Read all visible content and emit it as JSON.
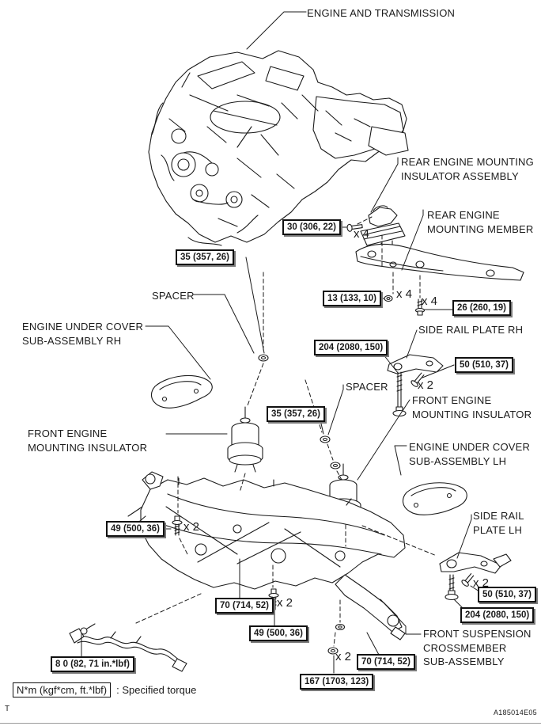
{
  "colors": {
    "ink": "#1b1b1b",
    "paper": "#ffffff"
  },
  "labels": [
    {
      "id": "engine-and-transmission",
      "text": "ENGINE AND TRANSMISSION"
    },
    {
      "id": "rear-engine-mounting-insulator-assembly",
      "text": "REAR ENGINE MOUNTING\nINSULATOR ASSEMBLY"
    },
    {
      "id": "rear-engine-mounting-member",
      "text": "REAR ENGINE\nMOUNTING MEMBER"
    },
    {
      "id": "spacer-upper",
      "text": "SPACER"
    },
    {
      "id": "engine-under-cover-sub-assembly-rh",
      "text": "ENGINE UNDER COVER\nSUB-ASSEMBLY RH"
    },
    {
      "id": "side-rail-plate-rh",
      "text": "SIDE RAIL PLATE RH"
    },
    {
      "id": "spacer-lower",
      "text": "SPACER"
    },
    {
      "id": "front-engine-mounting-insulator-rh",
      "text": "FRONT ENGINE\nMOUNTING INSULATOR"
    },
    {
      "id": "engine-under-cover-sub-assembly-lh",
      "text": "ENGINE UNDER COVER\nSUB-ASSEMBLY LH"
    },
    {
      "id": "front-engine-mounting-insulator-lh",
      "text": "FRONT ENGINE\nMOUNTING INSULATOR"
    },
    {
      "id": "side-rail-plate-lh",
      "text": "SIDE RAIL\nPLATE LH"
    },
    {
      "id": "front-suspension-crossmember-sub-assembly",
      "text": "FRONT SUSPENSION\nCROSSMEMBER\nSUB-ASSEMBLY"
    }
  ],
  "torque_specs": [
    {
      "value": "30 (306, 22)"
    },
    {
      "value": "35 (357, 26)"
    },
    {
      "value": "13 (133, 10)"
    },
    {
      "value": "26 (260, 19)"
    },
    {
      "value": "204 (2080, 150)"
    },
    {
      "value": "50 (510, 37)"
    },
    {
      "value": "35 (357, 26)"
    },
    {
      "value": "49 (500, 36)"
    },
    {
      "value": "70 (714, 52)"
    },
    {
      "value": "49 (500, 36)"
    },
    {
      "value": "50 (510, 37)"
    },
    {
      "value": "204 (2080, 150)"
    },
    {
      "value": "70 (714, 52)"
    },
    {
      "value": "167 (1703, 123)"
    },
    {
      "value": "8 0 (82, 71 in.*lbf)"
    }
  ],
  "multipliers": [
    {
      "text": "x 4"
    },
    {
      "text": "x 4"
    },
    {
      "text": "x 4"
    },
    {
      "text": "x 2"
    },
    {
      "text": "x 2"
    },
    {
      "text": "x 2"
    },
    {
      "text": "x 2"
    },
    {
      "text": "x 2"
    }
  ],
  "legend": {
    "unit": "N*m (kgf*cm, ft.*lbf)",
    "label": ": Specified torque"
  },
  "footer": {
    "code": "A185014E05",
    "margin_mark": "T"
  }
}
